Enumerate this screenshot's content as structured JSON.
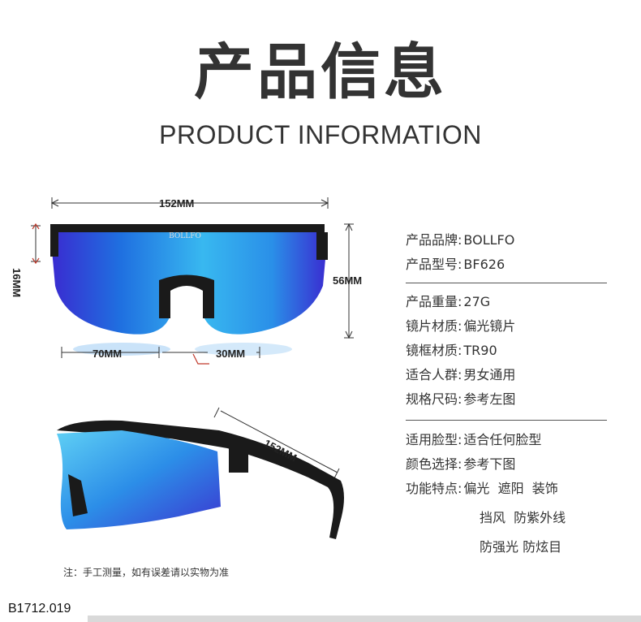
{
  "header": {
    "title_cn": "产品信息",
    "title_en": "PRODUCT INFORMATION"
  },
  "dimensions": {
    "width_top": "152MM",
    "height_left": "16MM",
    "height_right": "56MM",
    "lens_width": "70MM",
    "bridge_width": "30MM",
    "temple_length": "152MM"
  },
  "product_logo": "BOLLFO",
  "info_groups": [
    [
      {
        "label": "产品品牌:",
        "value": "BOLLFO"
      },
      {
        "label": "产品型号:",
        "value": "BF626"
      }
    ],
    [
      {
        "label": "产品重量:",
        "value": "27G"
      },
      {
        "label": "镜片材质:",
        "value": "偏光镜片"
      },
      {
        "label": "镜框材质:",
        "value": "TR90"
      },
      {
        "label": "适合人群:",
        "value": "男女通用"
      },
      {
        "label": "规格尺码:",
        "value": "参考左图"
      }
    ],
    [
      {
        "label": "适用脸型:",
        "value": "适合任何脸型"
      },
      {
        "label": "颜色选择:",
        "value": "参考下图"
      },
      {
        "label": "功能特点:",
        "value": "偏光  遮阳  装饰"
      }
    ]
  ],
  "features_extra": [
    "挡风  防紫外线",
    "防强光 防炫目"
  ],
  "note": "注：手工测量，如有误差请以实物为准",
  "sku": "B1712.019",
  "colors": {
    "lens_light": "#38b8f0",
    "lens_mid": "#1f6fe0",
    "lens_dark": "#3a2ad0",
    "frame": "#1a1a1a",
    "accent_red": "#c0392b"
  }
}
